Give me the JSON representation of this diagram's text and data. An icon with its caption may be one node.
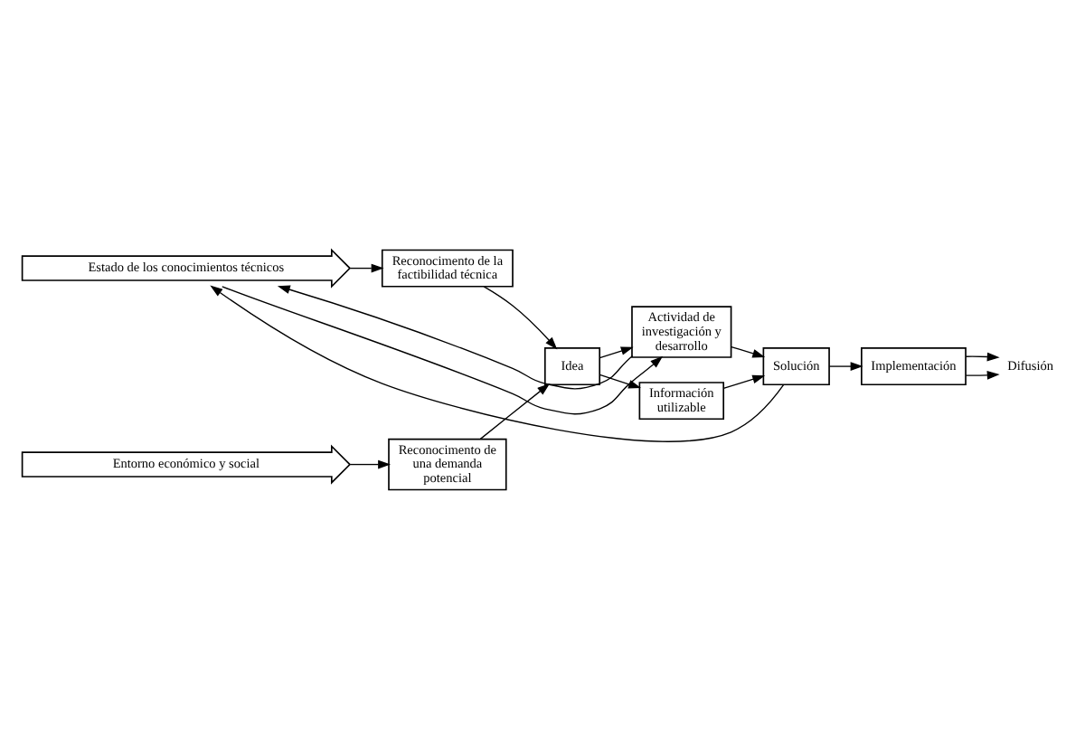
{
  "diagram": {
    "nodes": [
      {
        "text": [
          "Estado de los conocimientos técnicos"
        ]
      },
      {
        "text": [
          "Reconocimento de la factibilidad técnica"
        ]
      },
      {
        "text": [
          "Reconocimento de una demanda potencial"
        ]
      },
      {
        "text": [
          "Idea"
        ]
      },
      {
        "text": [
          "Actividad de investigación y desarrollo"
        ]
      },
      {
        "text": [
          "Información utilizable"
        ]
      },
      {
        "text": [
          "Solución"
        ]
      },
      {
        "text": [
          "Implementación"
        ]
      },
      {
        "text": [
          "Difusión"
        ]
      },
      {
        "text": [
          "Entorno económico y social"
        ]
      }
    ],
    "edges": [
      {
        "from": 0,
        "to": 1,
        "arrow": "to"
      },
      {
        "from": 4,
        "to": 0,
        "arrow": "to"
      },
      {
        "from": 0,
        "to": 4,
        "arrow": "to"
      },
      {
        "from": 6,
        "to": 0,
        "arrow": "to"
      },
      {
        "from": 1,
        "to": 3,
        "arrow": "to"
      },
      {
        "from": 2,
        "to": 3,
        "arrow": "to"
      },
      {
        "from": 3,
        "to": 4,
        "arrow": "to"
      },
      {
        "from": 3,
        "to": 5,
        "arrow": "to"
      },
      {
        "from": 4,
        "to": 6,
        "arrow": "to"
      },
      {
        "from": 5,
        "to": 6,
        "arrow": "to"
      },
      {
        "from": 6,
        "to": 7,
        "arrow": "to"
      },
      {
        "from": 7,
        "to": 8,
        "arrow": "to"
      },
      {
        "from": 7,
        "to": 8,
        "arrow": "to"
      },
      {
        "from": 9,
        "to": 2,
        "arrow": "to"
      }
    ]
  }
}
